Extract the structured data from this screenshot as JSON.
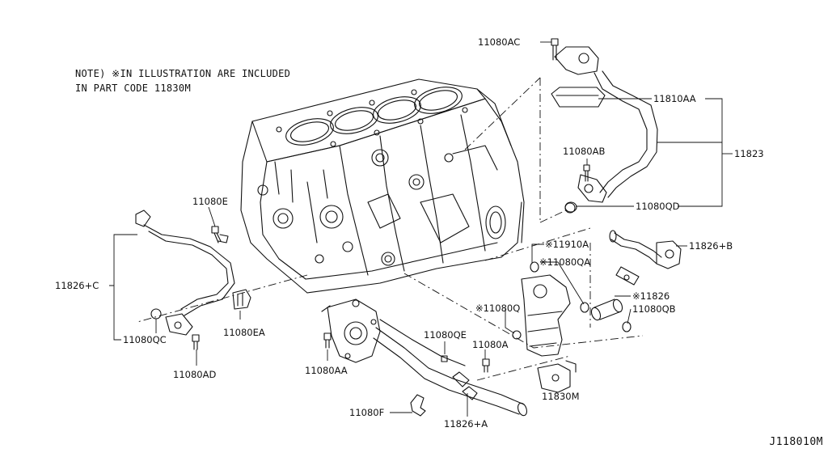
{
  "note": {
    "line1": "NOTE) ※IN ILLUSTRATION ARE INCLUDED",
    "line2": "IN PART CODE 11830M"
  },
  "diagram_ref": "J118010M",
  "labels": {
    "p11080AC": "11080AC",
    "p11810AA": "11810AA",
    "p11823": "11823",
    "p11080AB": "11080AB",
    "p11080QD": "11080QD",
    "p11826B": "11826+B",
    "p11910A": "※11910A",
    "p11080QA": "※11080QA",
    "p11826": "※11826",
    "p11080QB": "11080QB",
    "p11080Q": "※11080Q",
    "p11080E": "11080E",
    "p11826C": "11826+C",
    "p11080QC": "11080QC",
    "p11080EA": "11080EA",
    "p11080AD": "11080AD",
    "p11080AA": "11080AA",
    "p11080QE": "11080QE",
    "p11080A": "11080A",
    "p11830M": "11830M",
    "p11080F": "11080F",
    "p11826A": "11826+A"
  }
}
